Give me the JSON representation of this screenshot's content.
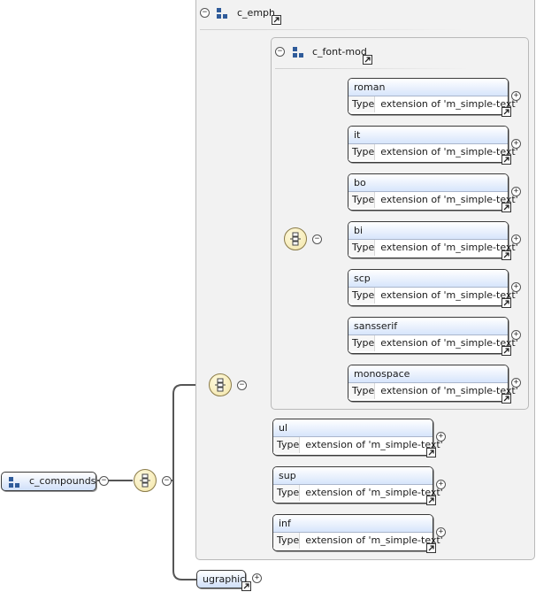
{
  "root": {
    "label": "c_compounds",
    "toggle": "−"
  },
  "groups": {
    "c_emph": {
      "label": "c_emph",
      "toggle": "−"
    },
    "c_font_mod": {
      "label": "c_font-mod",
      "toggle": "−"
    }
  },
  "type_key": "Type",
  "elements": [
    {
      "name": "roman",
      "type_value": "extension of 'm_simple-text'"
    },
    {
      "name": "it",
      "type_value": "extension of 'm_simple-text'"
    },
    {
      "name": "bo",
      "type_value": "extension of 'm_simple-text'"
    },
    {
      "name": "bi",
      "type_value": "extension of 'm_simple-text'"
    },
    {
      "name": "scp",
      "type_value": "extension of 'm_simple-text'"
    },
    {
      "name": "sansserif",
      "type_value": "extension of 'm_simple-text'"
    },
    {
      "name": "monospace",
      "type_value": "extension of 'm_simple-text'"
    },
    {
      "name": "ul",
      "type_value": "extension of 'm_simple-text'"
    },
    {
      "name": "sup",
      "type_value": "extension of 'm_simple-text'"
    },
    {
      "name": "inf",
      "type_value": "extension of 'm_simple-text'"
    }
  ],
  "ugraphic": {
    "label": "ugraphic"
  },
  "expand_symbol": "+",
  "collapse_symbol": "−",
  "colors": {
    "element_header_gradient_end": "#d7e5fb",
    "group_background": "#f2f2f2",
    "sequence_fill": "#f2e4a6",
    "wire": "#555555"
  }
}
